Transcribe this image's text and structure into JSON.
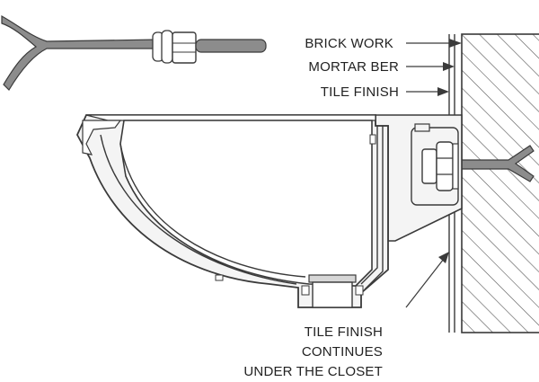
{
  "labels": {
    "brick_work": "BRICK WORK",
    "mortar_bed": "MORTAR BER",
    "tile_finish": "TILE FINISH",
    "tile_note_line1": "TILE FINISH",
    "tile_note_line2": "CONTINUES",
    "tile_note_line3": "UNDER THE CLOSET"
  },
  "colors": {
    "line": "#3a3a3a",
    "part_fill": "#f4f4f4",
    "part_shade": "#d6d6d6",
    "bolt_fill": "#9a9a9a",
    "pipe_fill": "#8c8c8c",
    "hatch": "#555555"
  }
}
